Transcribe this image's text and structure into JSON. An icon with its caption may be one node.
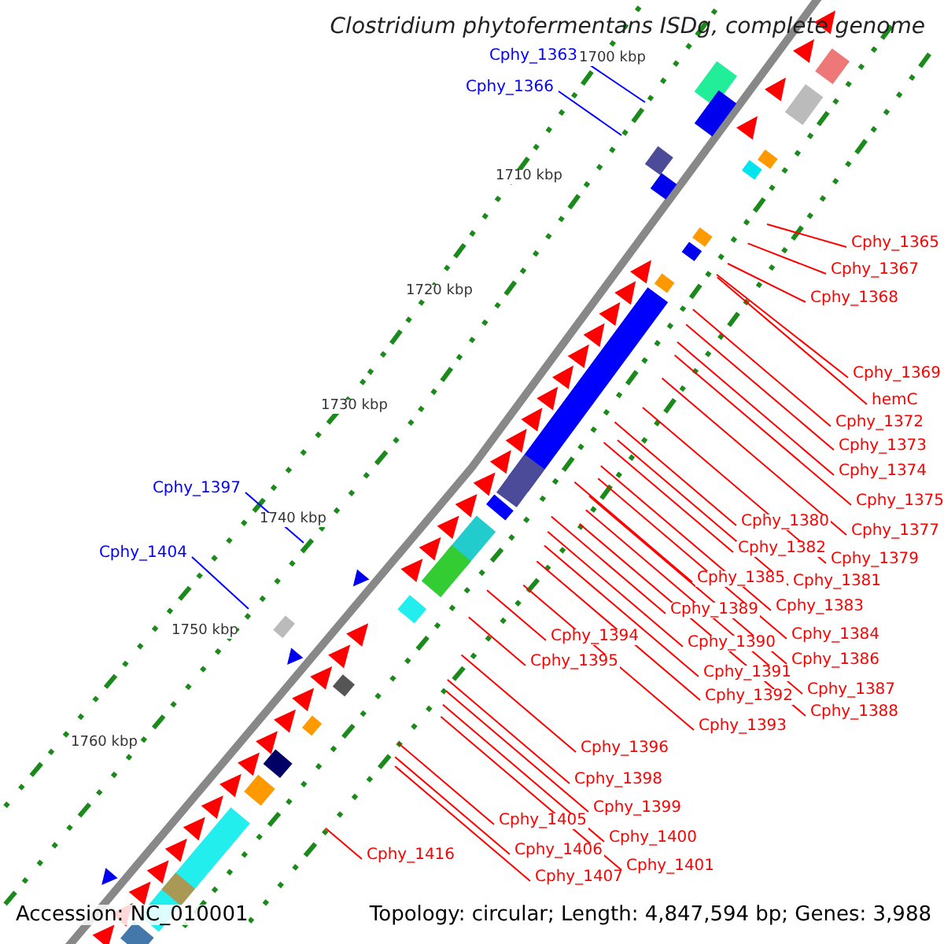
{
  "diagram": {
    "title": "Clostridium phytofermentans ISDg, complete genome",
    "nodes": [
      {
        "text": [
          "Cphy_1363"
        ]
      },
      {
        "text": [
          "Cphy_1366"
        ]
      },
      {
        "text": [
          "Cphy_1365"
        ]
      },
      {
        "text": [
          "Cphy_1367"
        ]
      },
      {
        "text": [
          "Cphy_1368"
        ]
      },
      {
        "text": [
          "Cphy_1369"
        ]
      },
      {
        "text": [
          "hemC"
        ]
      },
      {
        "text": [
          "Cphy_1372"
        ]
      },
      {
        "text": [
          "Cphy_1373"
        ]
      },
      {
        "text": [
          "Cphy_1374"
        ]
      },
      {
        "text": [
          "Cphy_1375"
        ]
      },
      {
        "text": [
          "Cphy_1377"
        ]
      },
      {
        "text": [
          "Cphy_1380"
        ]
      },
      {
        "text": [
          "Cphy_1379"
        ]
      },
      {
        "text": [
          "Cphy_1382"
        ]
      },
      {
        "text": [
          "Cphy_1381"
        ]
      },
      {
        "text": [
          "Cphy_1385"
        ]
      },
      {
        "text": [
          "Cphy_1383"
        ]
      },
      {
        "text": [
          "Cphy_1389"
        ]
      },
      {
        "text": [
          "Cphy_1384"
        ]
      },
      {
        "text": [
          "Cphy_1390"
        ]
      },
      {
        "text": [
          "Cphy_1386"
        ]
      },
      {
        "text": [
          "Cphy_1391"
        ]
      },
      {
        "text": [
          "Cphy_1387"
        ]
      },
      {
        "text": [
          "Cphy_1392"
        ]
      },
      {
        "text": [
          "Cphy_1388"
        ]
      },
      {
        "text": [
          "Cphy_1393"
        ]
      },
      {
        "text": [
          "Cphy_1397"
        ]
      },
      {
        "text": [
          "Cphy_1394"
        ]
      },
      {
        "text": [
          "Cphy_1395"
        ]
      },
      {
        "text": [
          "Cphy_1404"
        ]
      },
      {
        "text": [
          "Cphy_1396"
        ]
      },
      {
        "text": [
          "Cphy_1398"
        ]
      },
      {
        "text": [
          "Cphy_1399"
        ]
      },
      {
        "text": [
          "Cphy_1405"
        ]
      },
      {
        "text": [
          "Cphy_1400"
        ]
      },
      {
        "text": [
          "Cphy_1406"
        ]
      },
      {
        "text": [
          "Cphy_1401"
        ]
      },
      {
        "text": [
          "Cphy_1407"
        ]
      },
      {
        "text": [
          "Cphy_1416"
        ]
      }
    ],
    "edges": [
      {
        "from": 0,
        "to": null,
        "arrow": "none",
        "color": "#0000ff"
      },
      {
        "from": 1,
        "to": null,
        "arrow": "none",
        "color": "#0000ff"
      },
      {
        "from": 2,
        "to": null,
        "arrow": "none"
      },
      {
        "from": 3,
        "to": null,
        "arrow": "none"
      },
      {
        "from": 4,
        "to": null,
        "arrow": "none"
      },
      {
        "from": 5,
        "to": null,
        "arrow": "none"
      },
      {
        "from": 6,
        "to": null,
        "arrow": "none"
      },
      {
        "from": 7,
        "to": null,
        "arrow": "none"
      },
      {
        "from": 8,
        "to": null,
        "arrow": "none"
      },
      {
        "from": 9,
        "to": null,
        "arrow": "none"
      },
      {
        "from": 10,
        "to": null,
        "arrow": "none"
      },
      {
        "from": 11,
        "to": null,
        "arrow": "none"
      },
      {
        "from": 12,
        "to": null,
        "arrow": "none"
      },
      {
        "from": 13,
        "to": null,
        "arrow": "none"
      },
      {
        "from": 14,
        "to": null,
        "arrow": "none"
      },
      {
        "from": 15,
        "to": null,
        "arrow": "none"
      },
      {
        "from": 16,
        "to": null,
        "arrow": "none"
      },
      {
        "from": 17,
        "to": null,
        "arrow": "none"
      },
      {
        "from": 18,
        "to": null,
        "arrow": "none"
      },
      {
        "from": 19,
        "to": null,
        "arrow": "none"
      },
      {
        "from": 20,
        "to": null,
        "arrow": "none"
      },
      {
        "from": 21,
        "to": null,
        "arrow": "none"
      },
      {
        "from": 22,
        "to": null,
        "arrow": "none"
      },
      {
        "from": 23,
        "to": null,
        "arrow": "none"
      },
      {
        "from": 24,
        "to": null,
        "arrow": "none"
      },
      {
        "from": 25,
        "to": null,
        "arrow": "none"
      },
      {
        "from": 26,
        "to": null,
        "arrow": "none"
      },
      {
        "from": 27,
        "to": null,
        "arrow": "none",
        "color": "#0000ff"
      },
      {
        "from": 28,
        "to": null,
        "arrow": "none"
      },
      {
        "from": 29,
        "to": null,
        "arrow": "none"
      },
      {
        "from": 30,
        "to": null,
        "arrow": "none",
        "color": "#0000ff"
      },
      {
        "from": 31,
        "to": null,
        "arrow": "none"
      },
      {
        "from": 32,
        "to": null,
        "arrow": "none"
      },
      {
        "from": 33,
        "to": null,
        "arrow": "none"
      },
      {
        "from": 34,
        "to": null,
        "arrow": "none"
      },
      {
        "from": 35,
        "to": null,
        "arrow": "none"
      },
      {
        "from": 36,
        "to": null,
        "arrow": "none"
      },
      {
        "from": 37,
        "to": null,
        "arrow": "none"
      },
      {
        "from": 38,
        "to": null,
        "arrow": "none"
      },
      {
        "from": 39,
        "to": null,
        "arrow": "none"
      }
    ],
    "labels": [
      "1700 kbp",
      "1710 kbp",
      "1720 kbp",
      "1730 kbp",
      "1740 kbp",
      "1750 kbp",
      "1760 kbp",
      "Accession: NC_010001",
      "Topology: circular; Length: 4,847,594 bp; Genes: 3,988"
    ]
  }
}
